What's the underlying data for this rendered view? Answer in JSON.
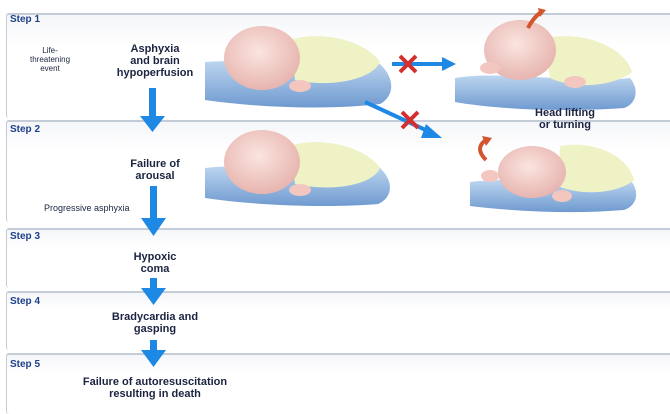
{
  "steps": [
    {
      "label": "Step 1",
      "text": "Asphyxia\nand brain\nhypoperfusion"
    },
    {
      "label": "Step 2",
      "text": "Failure of\narousal"
    },
    {
      "label": "Step 3",
      "text": "Hypoxic\ncoma"
    },
    {
      "label": "Step 4",
      "text": "Bradycardia and\ngasping"
    },
    {
      "label": "Step 5",
      "text": "Failure of autoresuscitation\nresulting in death"
    }
  ],
  "side_note": "Life-\nthreatening\nevent",
  "progressive_label": "Progressive asphyxia",
  "head_label": "Head lifting\nor turning",
  "colors": {
    "arrow_blue": "#1e88e5",
    "x_red": "#d32f2f",
    "step_blue": "#1d3f8a",
    "border": "#c4ccd7"
  }
}
